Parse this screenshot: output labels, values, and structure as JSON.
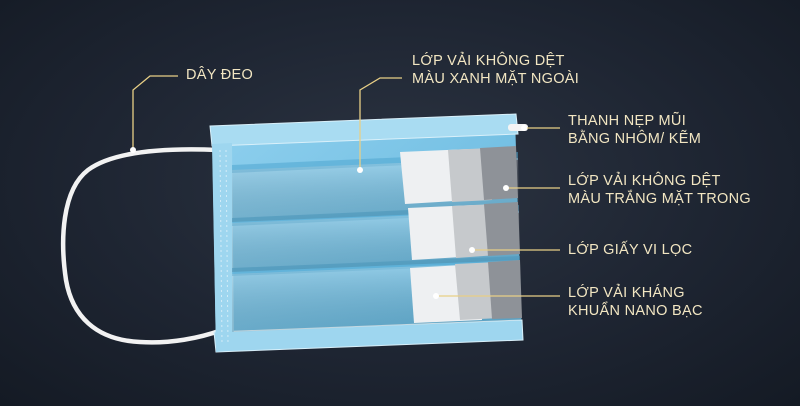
{
  "labels": {
    "ear_loop": "DÂY ĐEO",
    "outer_layer": {
      "line1": "LỚP VẢI KHÔNG DỆT",
      "line2": "MÀU XANH MẶT NGOÀI"
    },
    "nose_wire": {
      "line1": "THANH NẸP MŨI",
      "line2": "BẰNG NHÔM/ KẼM"
    },
    "inner_layer": {
      "line1": "LỚP VẢI KHÔNG DỆT",
      "line2": "MÀU TRẮNG MẶT TRONG"
    },
    "filter_layer": "LỚP GIẤY VI LỌC",
    "antibacterial_layer": {
      "line1": "LỚP VẢI KHÁNG",
      "line2": "KHUẨN NANO BẠC"
    }
  },
  "colors": {
    "background": "#1e2532",
    "label_text": "#f2e6c2",
    "leader_line": "#e8cf86",
    "mask_blue": "#7cc6e6",
    "inner_white": "#eef0f2",
    "filter_gray": "#9a9ea4"
  }
}
